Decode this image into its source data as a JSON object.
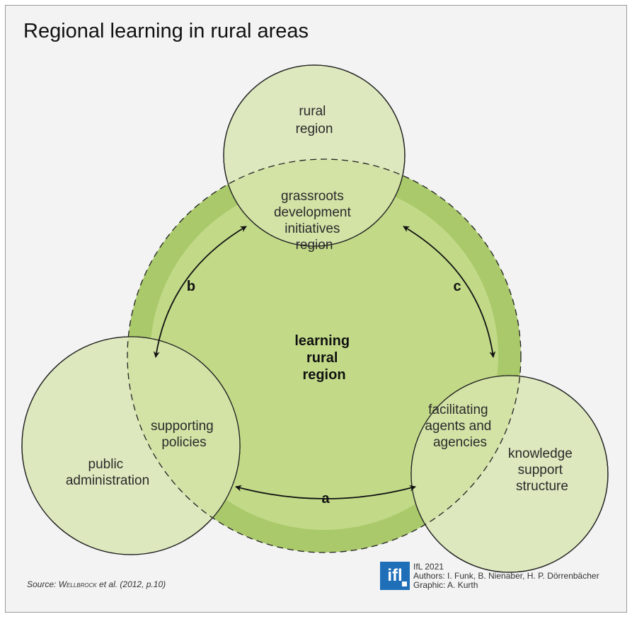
{
  "title": "Regional learning in rural areas",
  "labels": {
    "rural_region": [
      "rural",
      "region"
    ],
    "grassroots": [
      "grassroots",
      "development",
      "initiatives",
      "region"
    ],
    "learning": [
      "learning",
      "rural",
      "region"
    ],
    "supporting": [
      "supporting",
      "policies"
    ],
    "public": [
      "public",
      "administration"
    ],
    "facilitating": [
      "facilitating",
      "agents and",
      "agencies"
    ],
    "knowledge": [
      "knowledge",
      "support",
      "structure"
    ]
  },
  "arrows": {
    "a": "a",
    "b": "b",
    "c": "c"
  },
  "source": {
    "prefix": "Source: ",
    "author": "Wellbrock",
    "suffix": " et al. (2012, p.10)"
  },
  "logo_text": "ifl",
  "credits": {
    "line1": "IfL 2021",
    "line2": "Authors: I. Funk, B. Nienaber, H. P. Dörrenbächer",
    "line3": "Graphic: A. Kurth"
  },
  "colors": {
    "background": "#f3f3f3",
    "ring": "#a9c96a",
    "center": "#c2da88",
    "circle_fill": "#dde8be",
    "overlap_fill": "#d3e3a6",
    "stroke": "#222222"
  }
}
